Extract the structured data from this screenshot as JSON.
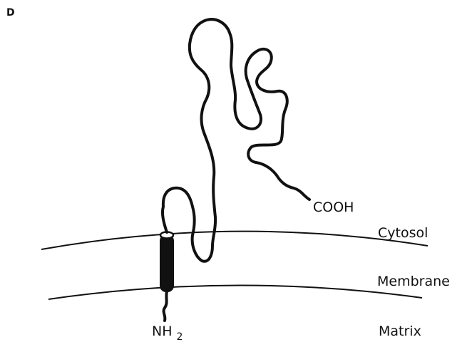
{
  "panel_label": "D",
  "terminus": {
    "n_label": "NH",
    "n_subscript": "2",
    "c_label": "COOH"
  },
  "compartments": {
    "cytosol": "Cytosol",
    "membrane": "Membrane",
    "matrix": "Matrix"
  },
  "colors": {
    "ink": "#111111",
    "background": "#ffffff"
  }
}
